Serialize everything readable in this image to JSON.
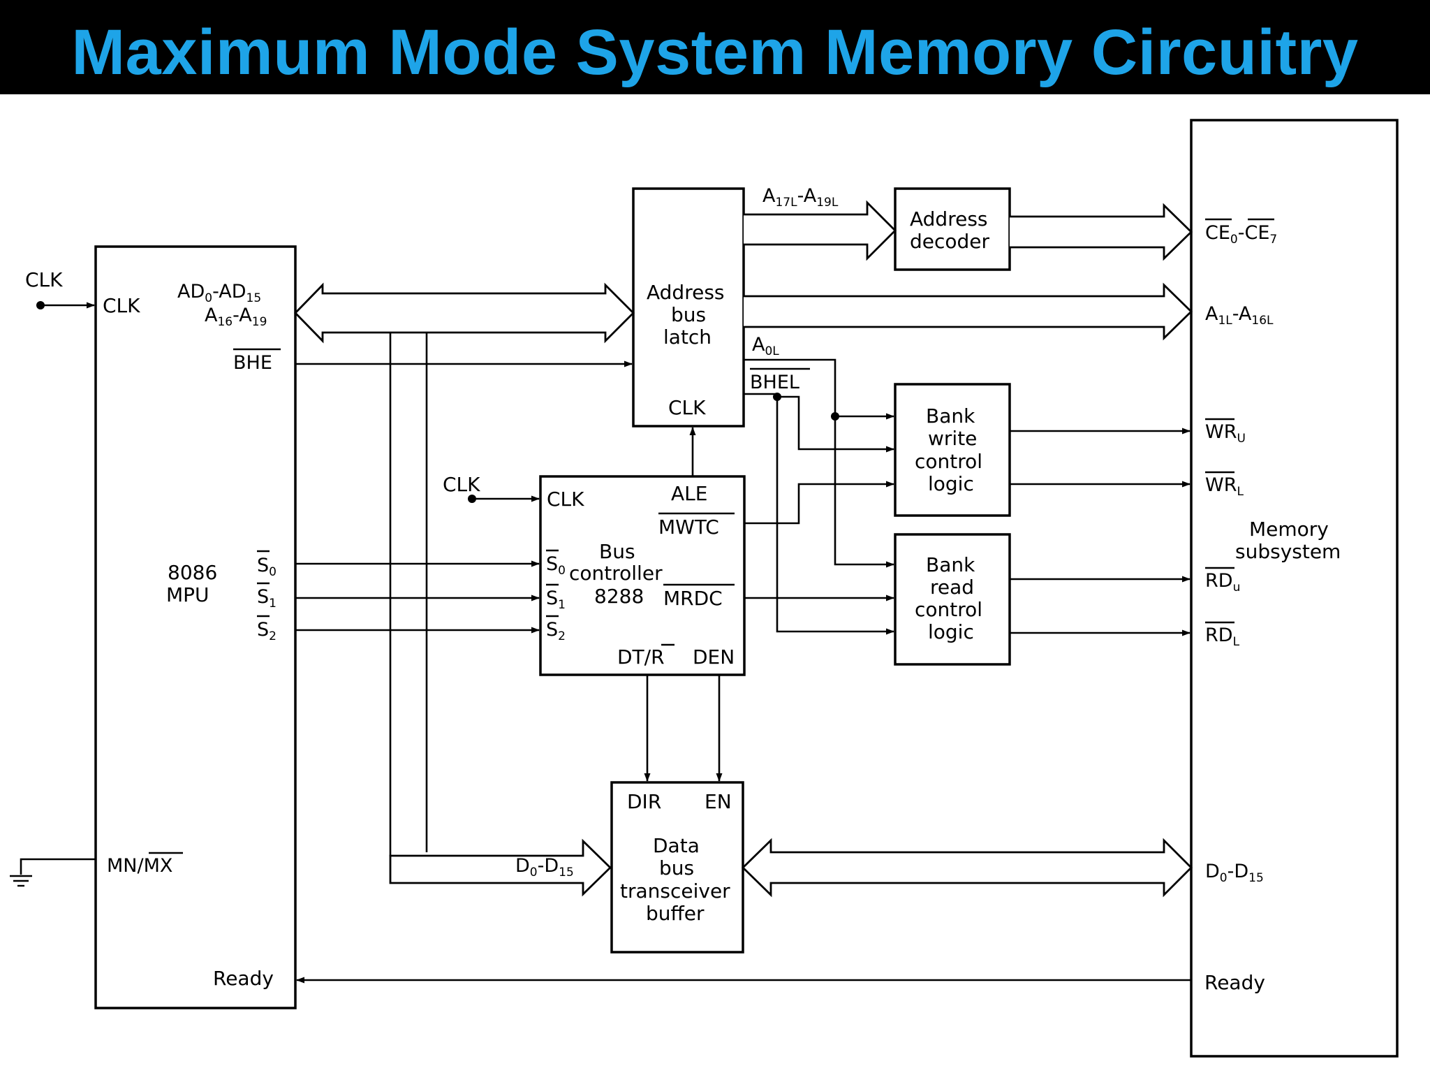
{
  "title": "Maximum Mode System Memory Circuitry",
  "colors": {
    "title_bg": "#000000",
    "title_text": "#1ea4e8",
    "ink": "#000000",
    "background": "#ffffff"
  },
  "mpu": {
    "name_line1": "8086",
    "name_line2": "MPU",
    "clk_pin": "CLK",
    "ad_bus": {
      "text": "AD",
      "sub1": "0",
      "dash": "-AD",
      "sub2": "15"
    },
    "a_bus": {
      "text": "A",
      "sub1": "16",
      "dash": "-A",
      "sub2": "19"
    },
    "bhe": "BHE",
    "s0": {
      "text": "S",
      "sub": "0"
    },
    "s1": {
      "text": "S",
      "sub": "1"
    },
    "s2": {
      "text": "S",
      "sub": "2"
    },
    "mnmx": {
      "mn": "MN/",
      "mx": "MX"
    },
    "ready": "Ready"
  },
  "external_clk": "CLK",
  "external_clk_2": "CLK",
  "latch": {
    "line1": "Address",
    "line2": "bus",
    "line3": "latch",
    "clk": "CLK"
  },
  "signals": {
    "a17_19": {
      "t1": "A",
      "s1": "17L",
      "t2": "-A",
      "s2": "19L"
    },
    "a0l": {
      "t": "A",
      "s": "0L"
    },
    "bhel": "BHEL",
    "d_mpu": {
      "t1": "D",
      "s1": "0",
      "t2": "-D",
      "s2": "15"
    }
  },
  "decoder": {
    "line1": "Address",
    "line2": "decoder"
  },
  "bus_controller": {
    "clk": "CLK",
    "ale": "ALE",
    "mwtc": "MWTC",
    "mrdc": "MRDC",
    "name_line1": "Bus",
    "name_line2": "controller",
    "name_line3": "8288",
    "s0": {
      "text": "S",
      "sub": "0"
    },
    "s1": {
      "text": "S",
      "sub": "1"
    },
    "s2": {
      "text": "S",
      "sub": "2"
    },
    "dtr": {
      "dt": "DT/",
      "r": "R"
    },
    "den": "DEN"
  },
  "bank_write": {
    "line1": "Bank",
    "line2": "write",
    "line3": "control",
    "line4": "logic"
  },
  "bank_read": {
    "line1": "Bank",
    "line2": "read",
    "line3": "control",
    "line4": "logic"
  },
  "transceiver": {
    "dir": "DIR",
    "en": "EN",
    "line1": "Data",
    "line2": "bus",
    "line3": "transceiver",
    "line4": "buffer"
  },
  "memory": {
    "line1": "Memory",
    "line2": "subsystem",
    "ce": {
      "t1": "CE",
      "s1": "0",
      "t2": "-CE",
      "s2": "7"
    },
    "a1_16": {
      "t1": "A",
      "s1": "1L",
      "t2": "-A",
      "s2": "16L"
    },
    "wru": {
      "t": "WR",
      "s": "U"
    },
    "wrl": {
      "t": "WR",
      "s": "L"
    },
    "rdu": {
      "t": "RD",
      "s": "u"
    },
    "rdl": {
      "t": "RD",
      "s": "L"
    },
    "data": {
      "t1": "D",
      "s1": "0",
      "t2": "-D",
      "s2": "15"
    },
    "ready": "Ready"
  }
}
